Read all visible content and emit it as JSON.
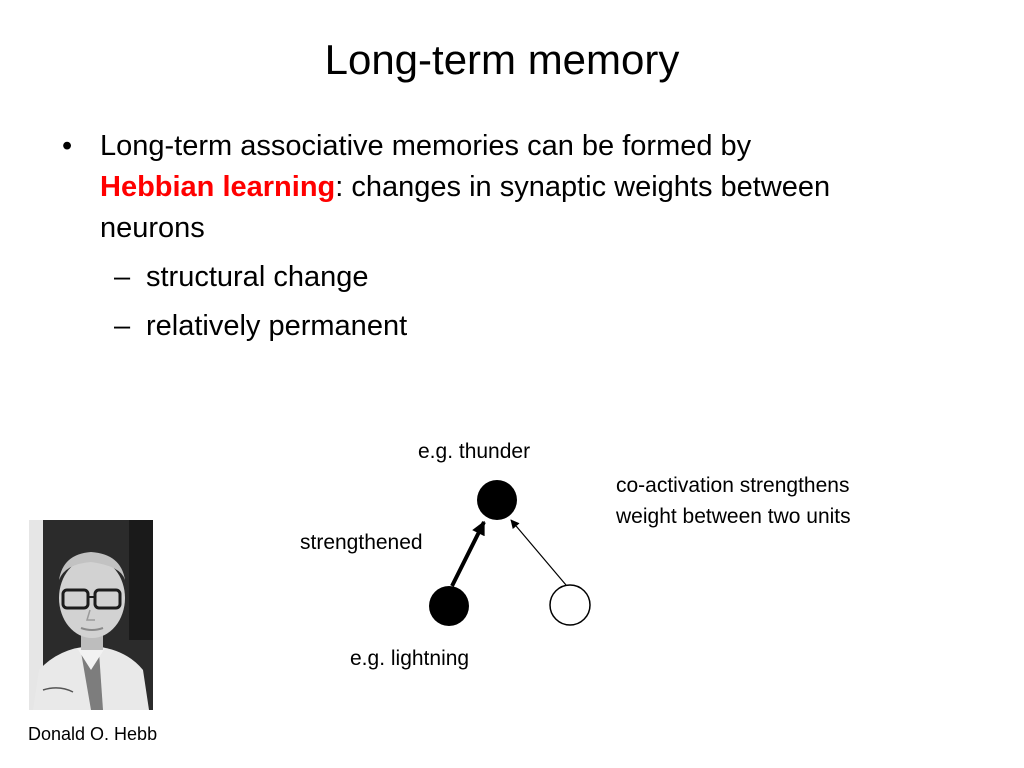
{
  "slide": {
    "title": "Long-term memory",
    "bullet": {
      "marker": "•",
      "text_before": "Long-term associative memories can be formed by",
      "highlight": "Hebbian learning",
      "text_after": ":  changes in synaptic weights between neurons"
    },
    "sub_bullets": [
      {
        "marker": "–",
        "text": "structural change"
      },
      {
        "marker": "–",
        "text": "relatively permanent"
      }
    ],
    "highlight_color": "#ff0000"
  },
  "diagram": {
    "top_label": "e.g. thunder",
    "bottom_label": "e.g. lightning",
    "edge_label": "strengthened",
    "note_line1": "co-activation strengthens",
    "note_line2": "weight between two units"
  },
  "portrait": {
    "caption": "Donald O. Hebb"
  }
}
